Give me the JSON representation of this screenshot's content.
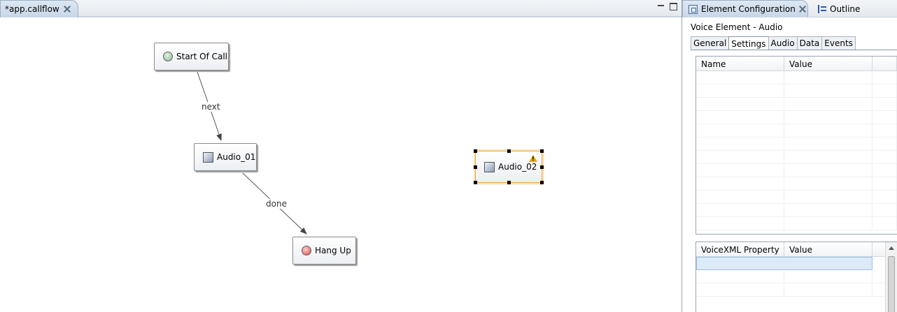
{
  "editor": {
    "tab_title": "*app.callflow"
  },
  "canvas": {
    "nodes": {
      "start": "Start Of Call",
      "audio1": "Audio_01",
      "audio2": "Audio_02",
      "hangup": "Hang Up"
    },
    "edges": {
      "next": "next",
      "done": "done"
    }
  },
  "panel": {
    "tabs": {
      "config": "Element Configuration",
      "outline": "Outline"
    },
    "title": "Voice Element - Audio",
    "config_tabs": [
      "General",
      "Settings",
      "Audio",
      "Data",
      "Events"
    ],
    "active_config_tab": "Settings",
    "settings_table": {
      "headers": [
        "Name",
        "Value"
      ]
    },
    "vxml_table": {
      "headers": [
        "VoiceXML Property",
        "Value"
      ]
    }
  }
}
